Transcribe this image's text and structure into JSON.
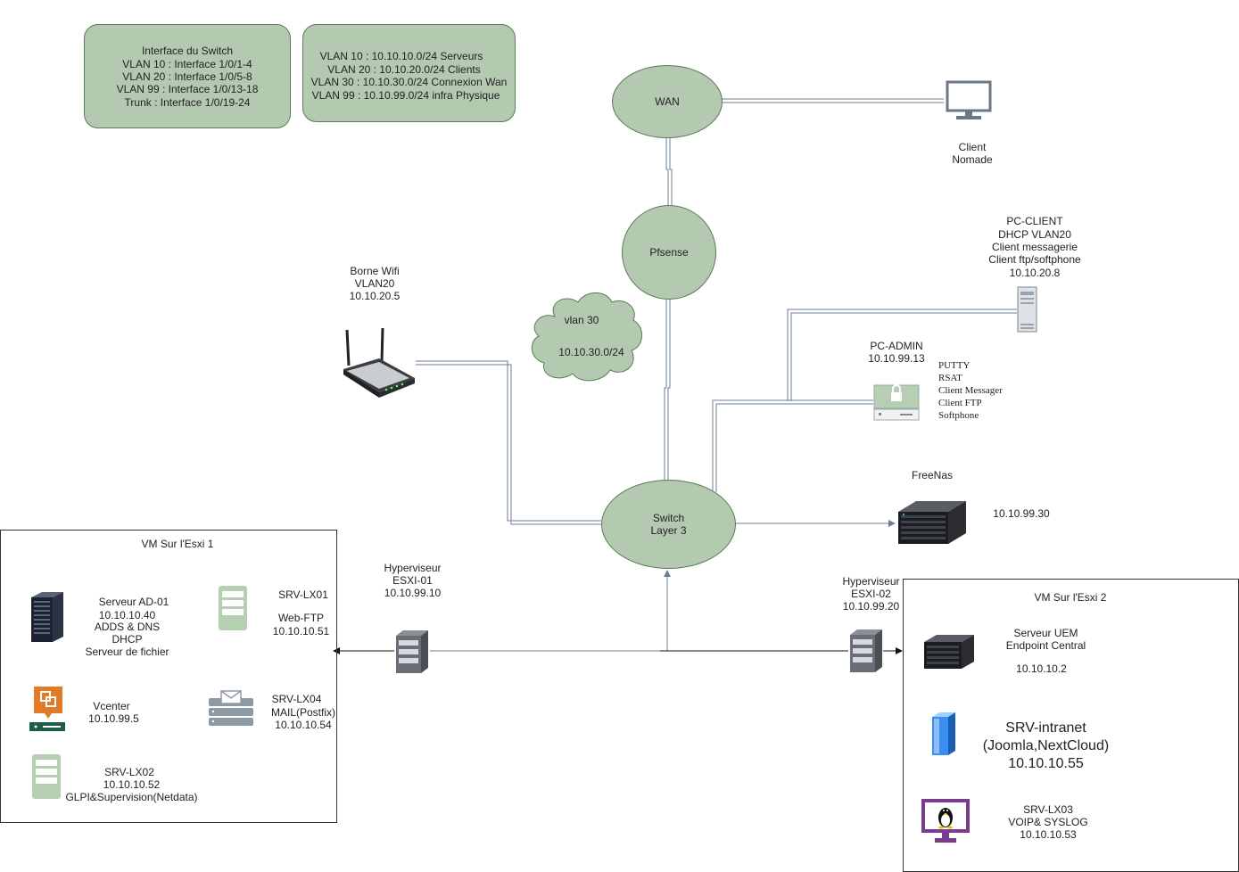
{
  "switch_interfaces": {
    "lines": [
      "Interface du Switch",
      "VLAN 10 : Interface 1/0/1-4",
      "VLAN 20 : Interface 1/0/5-8",
      "VLAN 99 : Interface 1/0/13-18",
      "Trunk : Interface 1/0/19-24"
    ]
  },
  "vlan_list": {
    "lines": [
      "VLAN 10 : 10.10.10.0/24  Serveurs",
      "VLAN 20 : 10.10.20.0/24 Clients",
      "VLAN 30 : 10.10.30.0/24 Connexion Wan",
      "VLAN 99 : 10.10.99.0/24 infra Physique"
    ]
  },
  "nodes": {
    "wan": "WAN",
    "pfsense": "Pfsense",
    "switch": [
      "Switch",
      "Layer 3"
    ],
    "vlan30_cloud": [
      "vlan 30",
      "10.10.30.0/24"
    ]
  },
  "devices": {
    "client_nomade": [
      "Client",
      "Nomade"
    ],
    "pc_client": [
      "PC-CLIENT",
      "DHCP VLAN20",
      "Client messagerie",
      "Client ftp/softphone",
      "10.10.20.8"
    ],
    "borne_wifi": [
      "Borne Wifi",
      "VLAN20",
      "10.10.20.5"
    ],
    "pc_admin": [
      "PC-ADMIN",
      "10.10.99.13"
    ],
    "pc_admin_tools": [
      "PUTTY",
      "RSAT",
      "Client Messager",
      "Client FTP",
      "Softphone"
    ],
    "freenas_name": "FreeNas",
    "freenas_ip": "10.10.99.30",
    "esxi01": [
      "Hyperviseur",
      "ESXI-01",
      "10.10.99.10"
    ],
    "esxi02": [
      "Hyperviseur",
      "ESXI-02",
      "10.10.99.20"
    ]
  },
  "esxi1_vms": {
    "title": "VM Sur l'Esxi 1",
    "ad01": [
      "Serveur AD-01",
      "10.10.10.40",
      "ADDS & DNS",
      "DHCP",
      "Serveur de fichier"
    ],
    "srv_lx01": [
      "SRV-LX01",
      "",
      "Web-FTP",
      "10.10.10.51"
    ],
    "vcenter": [
      "Vcenter",
      "10.10.99.5"
    ],
    "srv_lx04": [
      "SRV-LX04",
      "MAIL(Postfix)",
      "10.10.10.54"
    ],
    "srv_lx02": [
      "SRV-LX02",
      "10.10.10.52",
      "GLPI&Supervision(Netdata)"
    ]
  },
  "esxi2_vms": {
    "title": "VM Sur l'Esxi 2",
    "uem": [
      "Serveur UEM",
      "Endpoint Central",
      "",
      "10.10.10.2"
    ],
    "intranet": [
      "SRV-intranet",
      "(Joomla,NextCloud)",
      "10.10.10.55"
    ],
    "srv_lx03": [
      "SRV-LX03",
      "VOIP& SYSLOG",
      "10.10.10.53"
    ]
  },
  "icons": {
    "client_nomade": "monitor-icon",
    "pc_client": "tower-pc-icon",
    "borne_wifi": "wifi-router-icon",
    "pc_admin": "secure-terminal-icon",
    "freenas": "nas-server-icon",
    "esxi01": "server-icon",
    "esxi02": "server-icon",
    "ad01": "rack-server-icon",
    "srv_lx01": "file-server-icon",
    "vcenter": "vcenter-icon",
    "srv_lx04": "mail-server-icon",
    "srv_lx02": "file-server-icon",
    "uem": "blade-server-icon",
    "intranet": "blue-server-icon",
    "srv_lx03": "linux-monitor-icon"
  },
  "colors": {
    "node_fill": "#b3c9b0",
    "node_stroke": "#5b7a57",
    "link": "#6c7f93"
  }
}
